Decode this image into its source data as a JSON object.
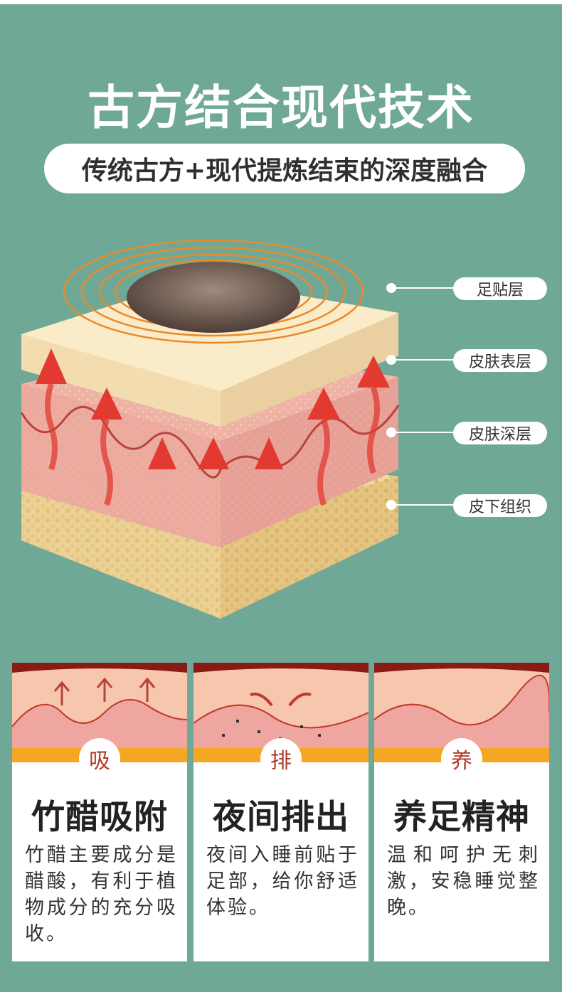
{
  "header": {
    "title": "古方结合现代技术",
    "subtitle": "传统古方+现代提炼结束的深度融合"
  },
  "layers": [
    {
      "label": "足贴层"
    },
    {
      "label": "皮肤表层"
    },
    {
      "label": "皮肤深层"
    },
    {
      "label": "皮下组织"
    }
  ],
  "cards": [
    {
      "badge": "吸",
      "title": "竹醋吸附",
      "body": "竹醋主要成分是醋酸，有利于植物成分的充分吸收。"
    },
    {
      "badge": "排",
      "title": "夜间排出",
      "body": "夜间入睡前贴于足部，给你舒适体验。"
    },
    {
      "badge": "养",
      "title": "养足精神",
      "body": "温和呵护无刺激，安稳睡觉整晚。"
    }
  ],
  "colors": {
    "background": "#6fa896",
    "accent_red": "#e23a30",
    "dark_red": "#8a1a16"
  }
}
